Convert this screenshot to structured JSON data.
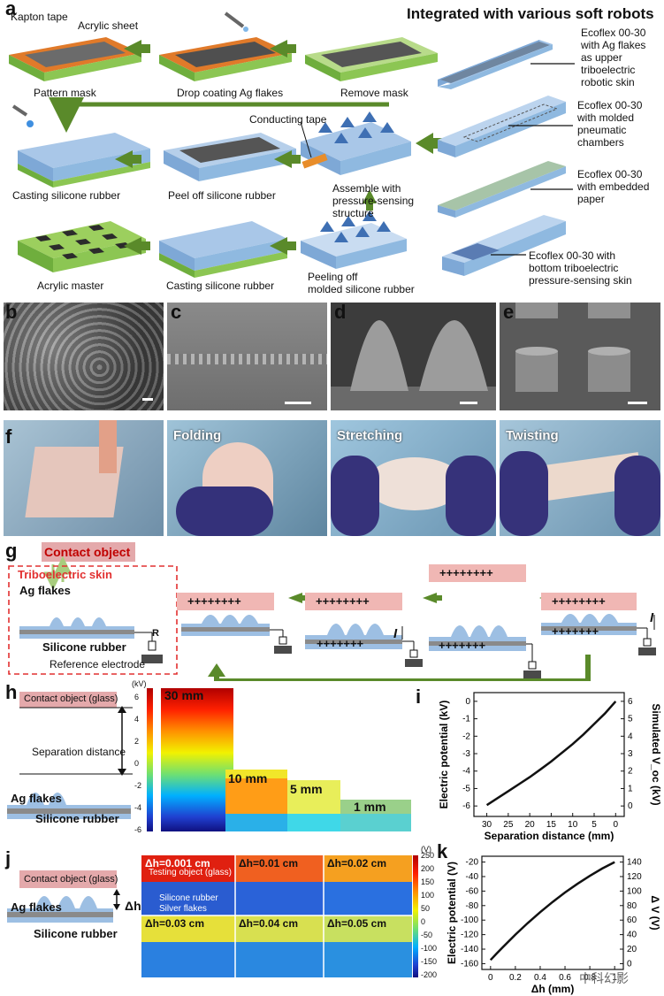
{
  "panel_letters": {
    "a": "a",
    "b": "b",
    "c": "c",
    "d": "d",
    "e": "e",
    "f": "f",
    "g": "g",
    "h": "h",
    "i": "i",
    "j": "j",
    "k": "k"
  },
  "panel_a": {
    "right_title": "Integrated with various soft robots",
    "kapton_tape": "Kapton tape",
    "acrylic_sheet": "Acrylic sheet",
    "pattern_mask": "Pattern mask",
    "drop_coating": "Drop coating Ag flakes",
    "remove_mask": "Remove mask",
    "conducting_tape": "Conducting tape",
    "casting_silicone_1": "Casting silicone rubber",
    "peel_off": "Peel off silicone rubber",
    "assemble": [
      "Assemble with",
      "pressure-sensing",
      "structure"
    ],
    "acrylic_master": "Acrylic master",
    "casting_silicone_2": "Casting silicone rubber",
    "peeling_off": [
      "Peeling off",
      "molded silicone rubber"
    ],
    "layer1": [
      "Ecoflex 00-30",
      "with Ag flakes",
      "as upper",
      "triboelectric",
      "robotic skin"
    ],
    "layer2": [
      "Ecoflex 00-30",
      "with molded",
      "pneumatic",
      "chambers"
    ],
    "layer3": [
      "Ecoflex 00-30",
      "with embedded",
      "paper"
    ],
    "layer4": [
      "Ecoflex 00-30 with",
      "bottom triboelectric",
      "pressure-sensing skin"
    ]
  },
  "panel_f": {
    "folding": "Folding",
    "stretching": "Stretching",
    "twisting": "Twisting"
  },
  "panel_g": {
    "contact_object": "Contact object",
    "triboelectric_skin": "Triboelectric skin",
    "ag_flakes": "Ag flakes",
    "silicone_rubber": "Silicone rubber",
    "resistor": "R",
    "reference_electrode": "Reference electrode",
    "plus_row": "++++++++",
    "bottom_plus": "+++++++",
    "current": "I"
  },
  "panel_h": {
    "contact_glass": "Contact object (glass)",
    "separation": "Separation distance",
    "ag_flakes": "Ag flakes",
    "silicone_rubber": "Silicone rubber",
    "colorbar_unit": "(kV)",
    "colorbar_ticks": [
      "6",
      "4",
      "2",
      "0",
      "-2",
      "-4",
      "-6"
    ],
    "maps": [
      "30 mm",
      "10 mm",
      "5 mm",
      "1 mm"
    ]
  },
  "panel_j": {
    "contact_glass": "Contact object (glass)",
    "ag_flakes": "Ag flakes",
    "dh": "Δh",
    "silicone_rubber": "Silicone rubber",
    "maps": [
      "Δh=0.001 cm",
      "Δh=0.01 cm",
      "Δh=0.02 cm",
      "Δh=0.03 cm",
      "Δh=0.04 cm",
      "Δh=0.05 cm"
    ],
    "testing_object": "Testing object (glass)",
    "inner_silicone": "Silicone rubber",
    "inner_silver": "Silver flakes",
    "colorbar_unit": "(V)",
    "colorbar_ticks": [
      "250",
      "200",
      "150",
      "100",
      "50",
      "0",
      "-50",
      "-100",
      "-150",
      "-200"
    ]
  },
  "watermark": "中科幻影",
  "chart_data": [
    {
      "type": "line",
      "panel": "i",
      "xlabel": "Separation distance (mm)",
      "ylabel": "Electric potential (kV)",
      "y2label": "Simulated V_oc (kV)",
      "xlim": [
        33,
        -2
      ],
      "ylim": [
        -6.6,
        0.5
      ],
      "y2lim": [
        -0.6,
        6.5
      ],
      "x_ticks": [
        30,
        25,
        20,
        15,
        10,
        5,
        0
      ],
      "y_ticks": [
        0,
        -1,
        -2,
        -3,
        -4,
        -5,
        -6
      ],
      "y2_ticks": [
        0,
        1,
        2,
        3,
        4,
        5,
        6
      ],
      "x": [
        30,
        27.5,
        25,
        22.5,
        20,
        17.5,
        15,
        12.5,
        10,
        7.5,
        5,
        2.5,
        0
      ],
      "y": [
        -5.95,
        -5.55,
        -5.15,
        -4.75,
        -4.35,
        -3.9,
        -3.45,
        -2.95,
        -2.45,
        -1.9,
        -1.3,
        -0.7,
        0
      ]
    },
    {
      "type": "line",
      "panel": "k",
      "xlabel": "Δh (mm)",
      "ylabel": "Electric potential (V)",
      "y2label": "Δ V (V)",
      "xlim": [
        -0.07,
        1.07
      ],
      "ylim": [
        -168,
        -12
      ],
      "y2lim": [
        -8,
        148
      ],
      "x_ticks": [
        0.0,
        0.2,
        0.4,
        0.6,
        0.8,
        1.0
      ],
      "y_ticks": [
        -20,
        -40,
        -60,
        -80,
        -100,
        -120,
        -140,
        -160
      ],
      "y2_ticks": [
        0,
        20,
        40,
        60,
        80,
        100,
        120,
        140
      ],
      "x": [
        0.0,
        0.05,
        0.1,
        0.2,
        0.3,
        0.4,
        0.5,
        0.6,
        0.7,
        0.8,
        0.9,
        1.0
      ],
      "y": [
        -155,
        -146,
        -137,
        -120,
        -104,
        -89,
        -75,
        -62,
        -50,
        -39,
        -29,
        -20
      ]
    }
  ]
}
